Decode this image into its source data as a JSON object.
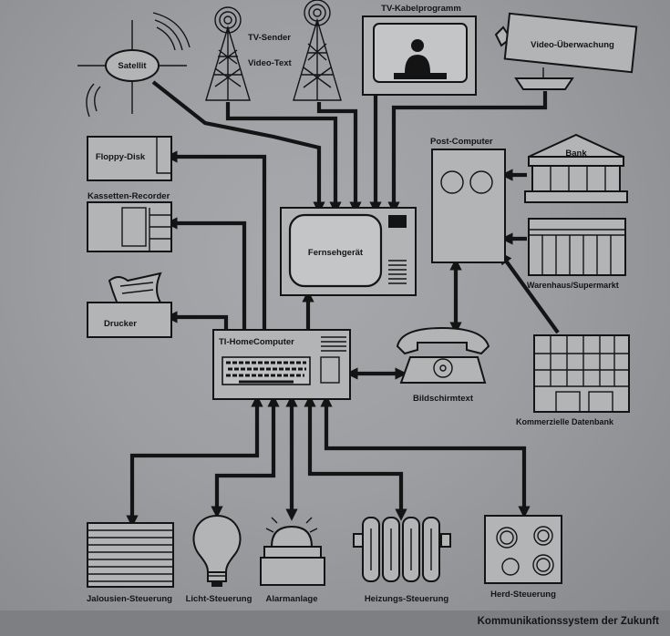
{
  "caption": "Kommunikationssystem der Zukunft",
  "labels": {
    "satellite": "Satellit",
    "tv_sender": "TV-Sender",
    "video_text": "Video-Text",
    "tv_cable": "TV-Kabelprogramm",
    "video_surveillance": "Video-Überwachung",
    "floppy": "Floppy-Disk",
    "cassette": "Kassetten-Recorder",
    "printer": "Drucker",
    "tv_set": "Fernsehgerät",
    "post_computer": "Post-Computer",
    "bank": "Bank",
    "warehouse": "Warenhaus/Supermarkt",
    "home_computer": "TI-HomeComputer",
    "videotex": "Bildschirmtext",
    "database": "Kommerzielle Datenbank",
    "blinds": "Jalousien-Steuerung",
    "light": "Licht-Steuerung",
    "alarm": "Alarmanlage",
    "heating": "Heizungs-Steuerung",
    "stove": "Herd-Steuerung"
  },
  "colors": {
    "ink": "#141414",
    "paper": "#a7a9ad"
  }
}
